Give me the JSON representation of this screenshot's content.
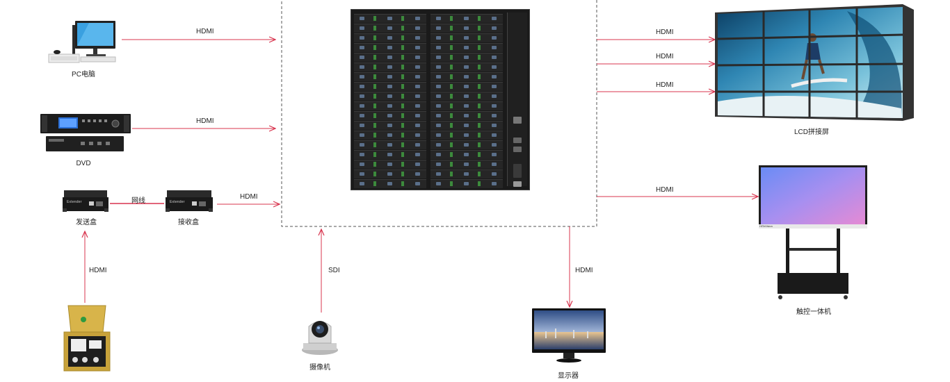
{
  "diagram": {
    "accent_color": "#d8344e",
    "dashed_border_color": "#555555",
    "sources": [
      {
        "id": "pc",
        "caption": "PC电脑",
        "link_label": "HDMI"
      },
      {
        "id": "dvd",
        "caption": "DVD",
        "link_label": "HDMI"
      },
      {
        "id": "receiver",
        "caption": "接收盒",
        "link_label": "HDMI"
      },
      {
        "id": "sender",
        "caption": "发送盒",
        "link_label": "网线"
      },
      {
        "id": "floor-socket",
        "caption": "",
        "link_label": "HDMI"
      },
      {
        "id": "camera",
        "caption": "摄像机",
        "link_label": "SDI"
      }
    ],
    "outputs": [
      {
        "id": "lcd-wall",
        "caption": "LCD拼接屏",
        "link_labels": [
          "HDMI",
          "HDMI",
          "HDMI"
        ]
      },
      {
        "id": "touch-panel",
        "caption": "触控一体机",
        "link_label": "HDMI"
      },
      {
        "id": "monitor",
        "caption": "显示器",
        "link_label": "HDMI"
      }
    ],
    "device_brand_text": "Extender",
    "touch_brand_text": "HiTeVision"
  }
}
